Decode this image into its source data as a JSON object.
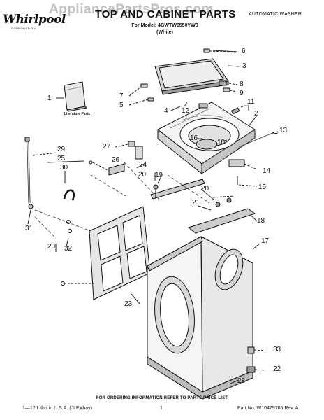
{
  "header": {
    "brand": "Whirlpool",
    "brand_sub": "CORPORATION",
    "title": "TOP AND CABINET PARTS",
    "watermark": "AppliancePartsPros.com",
    "appliance_type": "AUTOMATIC WASHER",
    "model_line": "For Model: 4GWTW6550YW0",
    "color_line": "(White)"
  },
  "literature_label": "Literature Parts",
  "callouts": {
    "c6": "6",
    "c3": "3",
    "c8": "8",
    "c9": "9",
    "c7": "7",
    "c5": "5",
    "c1": "1",
    "c4": "4",
    "c12": "12",
    "c11": "11",
    "c2": "2",
    "c13": "13",
    "c16": "16",
    "c10": "10",
    "c27": "27",
    "c29": "29",
    "c25": "25",
    "c26": "26",
    "c24": "24",
    "c30": "30",
    "c20a": "20",
    "c19": "19",
    "c14": "14",
    "c15": "15",
    "c20b": "20",
    "c21": "21",
    "c18": "18",
    "c31": "31",
    "c20c": "20",
    "c32": "32",
    "c17": "17",
    "c23": "23",
    "c33": "33",
    "c22": "22",
    "c28": "28"
  },
  "footer": {
    "ordering_note": "FOR ORDERING INFORMATION REFER TO PARTS PRICE LIST",
    "litho": "1—12 Litho in U.S.A. (JLP)(bay)",
    "page": "1",
    "part_number": "Part No. W10479705 Rev. A"
  }
}
